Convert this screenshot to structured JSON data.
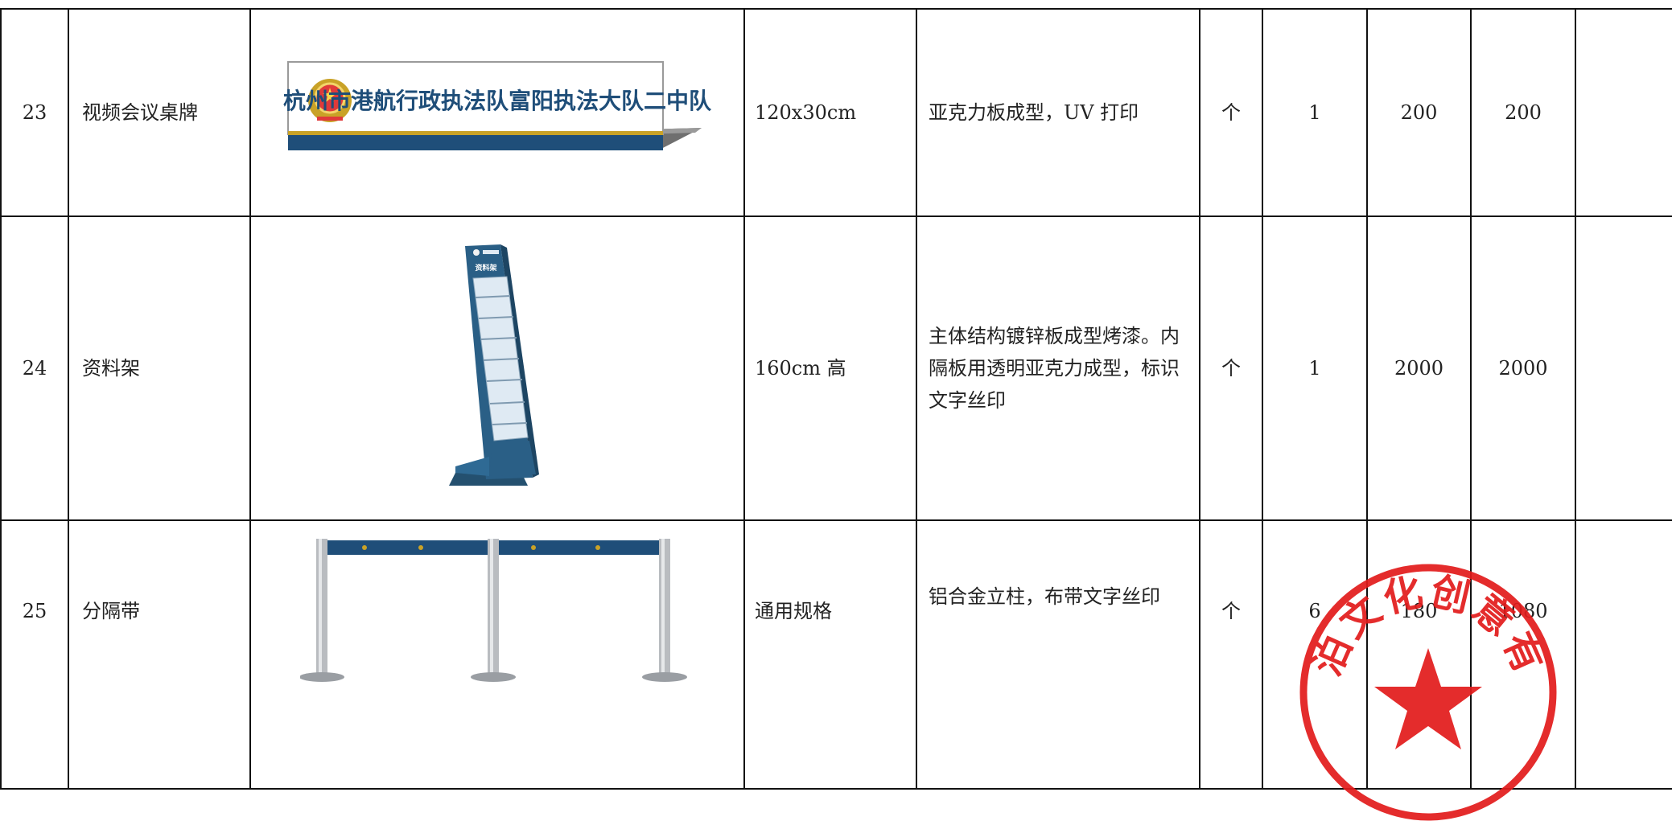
{
  "rows": [
    {
      "no": "23",
      "name": "视频会议桌牌",
      "image_text": "杭州市港航行政执法队富阳执法大队二中队",
      "size": "120x30cm",
      "desc": "亚克力板成型，UV 打印",
      "unit": "个",
      "qty": "1",
      "price": "200",
      "total": "200",
      "note": ""
    },
    {
      "no": "24",
      "name": "资料架",
      "image_text": "资料架",
      "size": "160cm 高",
      "desc": "主体结构镀锌板成型烤漆。内隔板用透明亚克力成型，标识文字丝印",
      "unit": "个",
      "qty": "1",
      "price": "2000",
      "total": "2000",
      "note": ""
    },
    {
      "no": "25",
      "name": "分隔带",
      "image_text": "",
      "size": "通用规格",
      "desc": "铝合金立柱，布带文字丝印",
      "unit": "个",
      "qty": "6",
      "price": "180",
      "total": "1080",
      "note": ""
    }
  ],
  "stamp": {
    "text": "瀚泊文化创意有限",
    "color": "#e21b1b"
  },
  "colors": {
    "sign_blue": "#1f4e79",
    "rack_blue": "#2a5f86",
    "gold": "#c9a227"
  }
}
